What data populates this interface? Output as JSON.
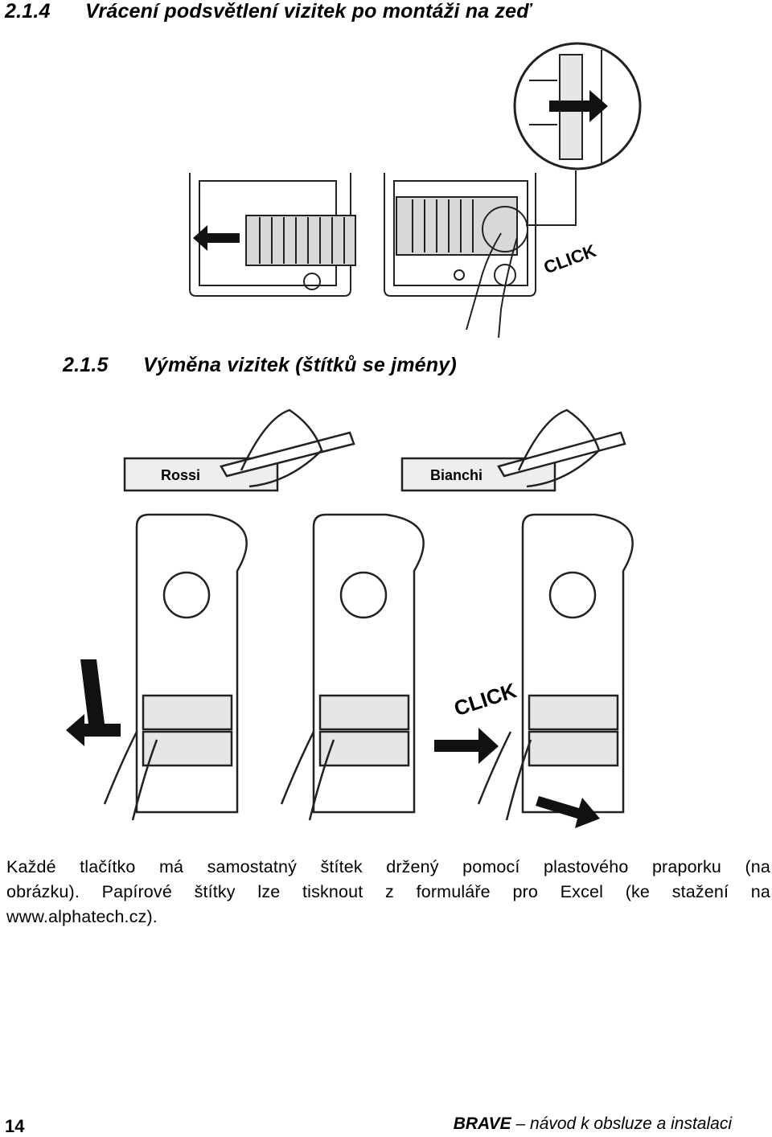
{
  "section1": {
    "number": "2.1.4",
    "title": "Vrácení podsvětlení vizitek po montáži na zeď"
  },
  "section2": {
    "number": "2.1.5",
    "title": "Výměna vizitek (štítků se jmény)"
  },
  "figure1": {
    "click_label": "CLICK"
  },
  "figure2": {
    "label_left": "Rossi",
    "label_right": "Bianchi",
    "click_label": "CLICK"
  },
  "paragraph": {
    "line1": "Každé tlačítko má samostatný štítek držený pomocí plastového praporku (na",
    "line2": "obrázku). Papírové štítky lze tisknout z formuláře pro Excel (ke stažení na",
    "line3": "www.alphatech.cz)."
  },
  "footer": {
    "page_number": "14",
    "brand": "BRAVE",
    "subtitle": "– návod k obsluze a instalaci"
  }
}
